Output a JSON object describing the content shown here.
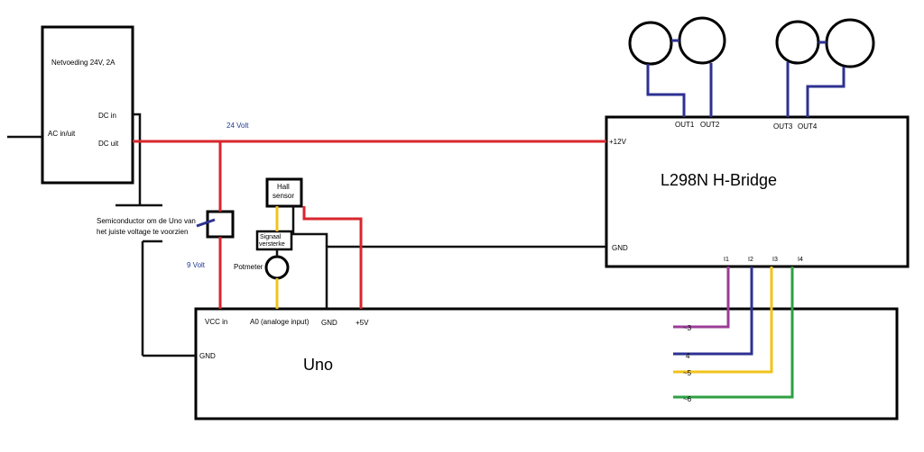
{
  "labels": {
    "power_supply": "Netvoeding 24V, 2A",
    "ac_in": "AC in/uit",
    "dc_in": "DC in",
    "dc_out": "DC uit",
    "volt24": "24 Volt",
    "volt9": "9 Volt",
    "semiconductor_line1": "Semiconductor om de Uno van",
    "semiconductor_line2": "het juiste voltage te voorzien",
    "hall_line1": "Hall",
    "hall_line2": "sensor",
    "amp_line1": "Signaal",
    "amp_line2": "versterke",
    "potmeter": "Potmeter",
    "hbridge": "L298N H-Bridge",
    "out1": "OUT1",
    "out2": "OUT2",
    "out3": "OUT3",
    "out4": "OUT4",
    "hb_12v": "+12V",
    "hb_gnd": "GND",
    "i1": "I1",
    "i2": "I2",
    "i3": "I3",
    "i4": "I4",
    "uno": "Uno",
    "uno_vcc": "VCC in",
    "uno_a0": "A0 (analoge input)",
    "uno_gnd_top": "GND",
    "uno_5v": "+5V",
    "uno_gnd_left": "GND",
    "pin3": "~3",
    "pin4": "4",
    "pin5": "~5",
    "pin6": "~6"
  },
  "colors": {
    "red_wire": "#d9262c",
    "black_wire": "#111111",
    "blue_wire": "#2e3192",
    "yellow_wire": "#f2c31b",
    "purple_wire": "#9b3d97",
    "green_wire": "#2ea043",
    "label_blue": "#1f3a93"
  }
}
